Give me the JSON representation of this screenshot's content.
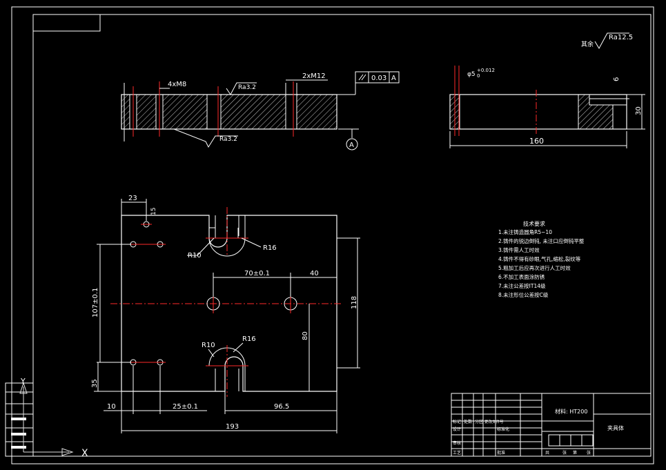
{
  "drawing": {
    "roughness_other": "其余",
    "roughness_other_value": "Ra12.5",
    "section_holes_label": "4xM8",
    "section_holes_label2": "2xM12",
    "section_ra1": "Ra3.2",
    "section_ra2": "Ra3.2",
    "tolerance_value": "0.03",
    "tolerance_datum": "A",
    "datum_label": "A",
    "side_hole_label": "φ5",
    "side_tol_upper": "+0.012",
    "side_tol_lower": "0",
    "dim_6": "6",
    "dim_30": "30",
    "dim_160": "160",
    "dim_23": "23",
    "dim_15": "15",
    "dim_R10_top": "R10",
    "dim_R16_top": "R16",
    "dim_70": "70±0.1",
    "dim_40": "40",
    "dim_107": "107±0.1",
    "dim_118": "118",
    "dim_80": "80",
    "dim_R10_bot": "R10",
    "dim_R16_bot": "R16",
    "dim_35": "35",
    "dim_10": "10",
    "dim_25": "25±0.1",
    "dim_96_5": "96.5",
    "dim_193": "193"
  },
  "tech_requirements": {
    "title": "技术要求",
    "items": [
      "1.未注铸造圆角R5~10",
      "2.铸件的锐边倒钝, 未注口应倒钝平整",
      "3.铸件需人工时效",
      "4.铸件不得有砂眼,气孔,缩松,裂纹等",
      "5.粗加工后应再次进行人工时效",
      "6.不加工表面涂防锈",
      "7.未注公差按IT14级",
      "8.未注形位公差按C级"
    ]
  },
  "title_block": {
    "material": "材料: HT200",
    "part_name": "夹具体",
    "row_labels": [
      "标记",
      "处数",
      "分区",
      "更改文件号"
    ],
    "designer": "设计",
    "standard": "标准化",
    "check": "审核",
    "process": "工艺",
    "approve": "批准",
    "bottom_labels": [
      "共",
      "张",
      "第",
      "张"
    ]
  },
  "ucs": {
    "y_label": "Y",
    "x_label": "X"
  },
  "colors": {
    "background": "#000000",
    "lines": "#ffffff",
    "centerlines": "#ff2a2a",
    "ucs": "#e0e0e0"
  }
}
